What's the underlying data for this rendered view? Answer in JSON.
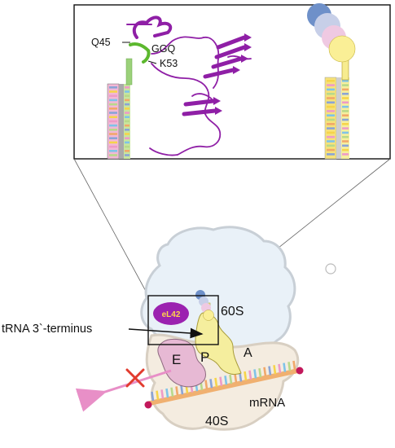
{
  "inset": {
    "label_q45": "Q45",
    "label_ggq": "GGQ",
    "label_k53": "K53"
  },
  "ribosome": {
    "label_60s": "60S",
    "label_40s": "40S",
    "label_a": "A",
    "label_p": "P",
    "label_e": "E",
    "label_mrna": "mRNA",
    "label_el42": "eL42",
    "label_trna_terminus": "tRNA 3`-terminus"
  },
  "colors": {
    "protein": "#8f1fa6",
    "ggq_loop": "#5cb82e",
    "e_site": "#e7b9d4",
    "p_site": "#f5ee9e",
    "subunit_60s": "#e8f1f8",
    "subunit_40s": "#f4ece0",
    "el42_fill": "#9b22b0",
    "el42_text": "#ffd54a",
    "arrow_pink": "#e88fc7",
    "cross_red": "#e23b2e",
    "mrna_dot": "#c2185b"
  },
  "icons": {
    "release_blocked": "red-cross-icon"
  }
}
